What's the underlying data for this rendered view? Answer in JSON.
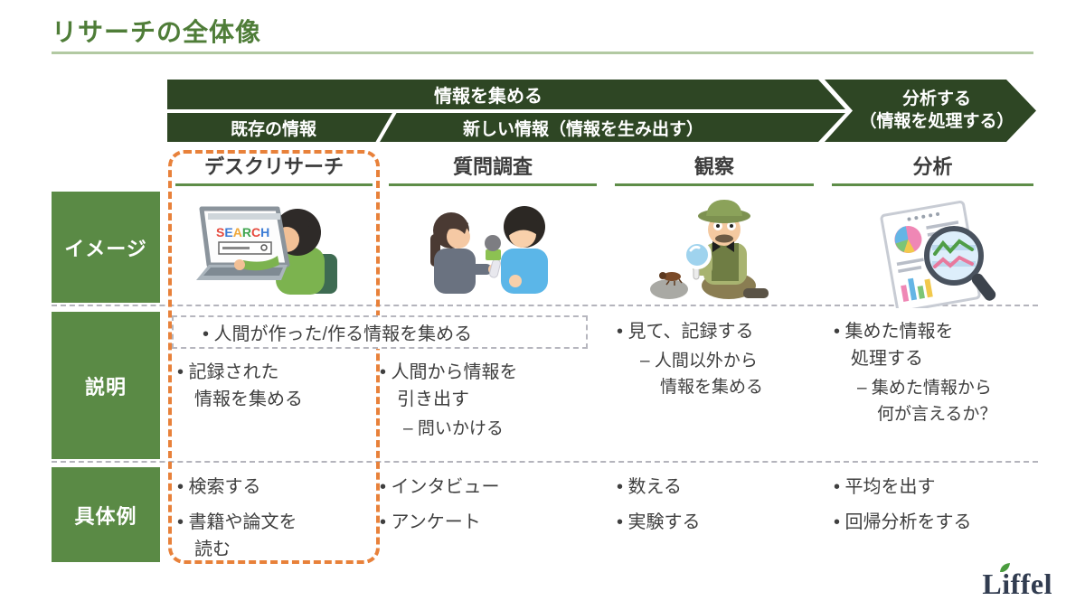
{
  "title": "リサーチの全体像",
  "process_header": {
    "collect_label": "情報を集める",
    "existing_label": "既存の情報",
    "new_label": "新しい情報（情報を生み出す）",
    "analyze_label": "分析する\n（情報を処理する）"
  },
  "row_labels": {
    "image": "イメージ",
    "description": "説明",
    "examples": "具体例"
  },
  "shared_description": "• 人間が作った/作る情報を集める",
  "columns": [
    {
      "header": "デスクリサーチ",
      "illustration": "person-searching-on-laptop",
      "highlighted": true,
      "desc": [
        {
          "level": 1,
          "text": "• 記録された\n情報を集める"
        }
      ],
      "examples": [
        {
          "level": 1,
          "text": "• 検索する"
        },
        {
          "level": 1,
          "text": "• 書籍や論文を\n読む"
        }
      ]
    },
    {
      "header": "質問調査",
      "illustration": "interview-with-microphone",
      "highlighted": false,
      "desc": [
        {
          "level": 1,
          "text": "• 人間から情報を\n引き出す"
        },
        {
          "level": 2,
          "text": "– 問いかける"
        }
      ],
      "examples": [
        {
          "level": 1,
          "text": "• インタビュー"
        },
        {
          "level": 1,
          "text": "• アンケート"
        }
      ]
    },
    {
      "header": "観察",
      "illustration": "explorer-observing-insect",
      "highlighted": false,
      "desc": [
        {
          "level": 1,
          "text": "• 見て、記録する"
        },
        {
          "level": 2,
          "text": "– 人間以外から\n情報を集める"
        }
      ],
      "examples": [
        {
          "level": 1,
          "text": "• 数える"
        },
        {
          "level": 1,
          "text": "• 実験する"
        }
      ]
    },
    {
      "header": "分析",
      "illustration": "document-charts-with-magnifier",
      "highlighted": false,
      "desc": [
        {
          "level": 1,
          "text": "• 集めた情報を\n処理する"
        },
        {
          "level": 2,
          "text": "– 集めた情報から\n何が言えるか？"
        }
      ],
      "examples": [
        {
          "level": 1,
          "text": "• 平均を出す"
        },
        {
          "level": 1,
          "text": "• 回帰分析をする"
        }
      ]
    }
  ],
  "logo": {
    "text": "Liffel"
  },
  "colors": {
    "title_green": "#4f7d38",
    "header_dark_green": "#2e4624",
    "row_label_green": "#5a8a45",
    "underline_green": "#5e8d48",
    "accent_orange": "#e8813a",
    "text_dark": "#3f3f3f",
    "logo_navy": "#313c50",
    "leaf_green": "#4a9c3e"
  }
}
